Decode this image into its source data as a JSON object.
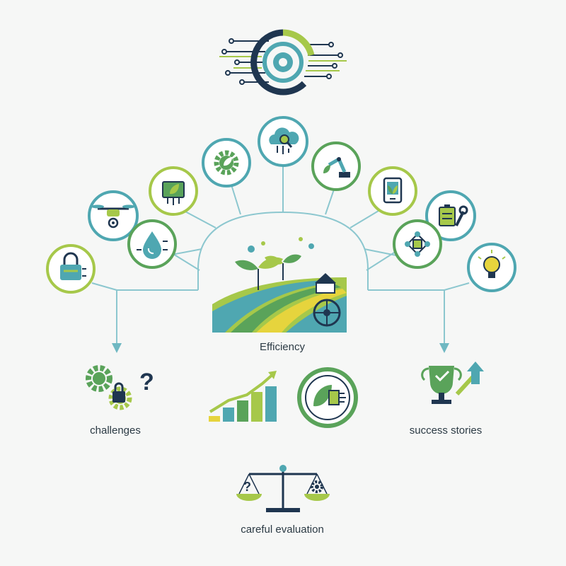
{
  "labels": {
    "center": "Efficiency",
    "left": "challenges",
    "right": "success stories",
    "bottom": "careful evaluation"
  },
  "colors": {
    "navy": "#1f3650",
    "teal": "#4fa7b1",
    "green": "#5aa35a",
    "lime": "#a6c84a",
    "line": "#8cc7cf",
    "background": "#f6f7f6"
  },
  "icons": {
    "top": "circuit-brain-icon",
    "circles": [
      "security-lock-chip-icon",
      "drone-icon",
      "water-drop-sensor-icon",
      "leaf-chip-icon",
      "gear-leaf-icon",
      "cloud-search-icon",
      "robotic-arm-icon",
      "tablet-plant-icon",
      "battery-wrench-icon",
      "network-node-icon",
      "lightbulb-idea-icon"
    ],
    "center": "farm-field-illustration",
    "left": "gears-lock-question-icon",
    "middle": [
      "growth-bar-chart-icon",
      "leaf-circuit-badge-icon"
    ],
    "right": "trophy-growth-icon",
    "bottom": "balance-scale-icon"
  }
}
